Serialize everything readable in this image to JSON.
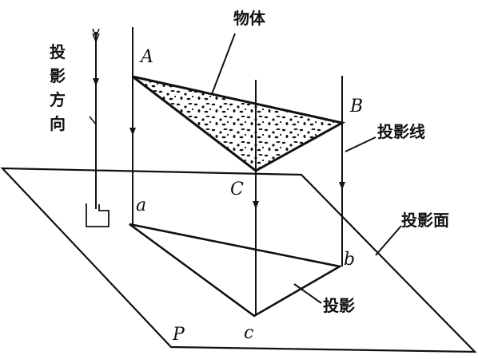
{
  "labels": {
    "object": "物体",
    "projection_direction": [
      "投",
      "影",
      "方",
      "向"
    ],
    "projection_line": "投影线",
    "projection_plane": "投影面",
    "projection": "投影",
    "point_A": "A",
    "point_B": "B",
    "point_C": "C",
    "point_a": "a",
    "point_b": "b",
    "point_c": "c",
    "plane_P": "P"
  },
  "colors": {
    "ink": "#111111",
    "background": "#ffffff"
  }
}
